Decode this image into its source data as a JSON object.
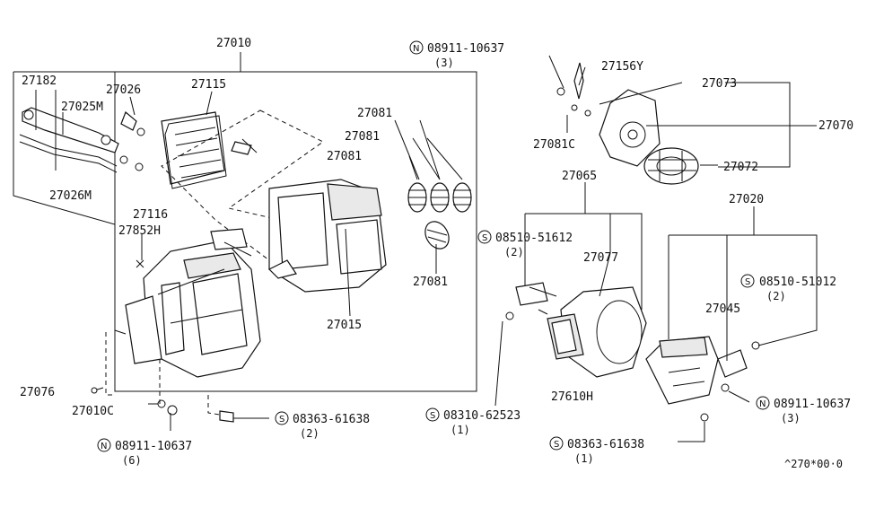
{
  "labels": {
    "p27010": "27010",
    "p27182": "27182",
    "p27026": "27026",
    "p27115": "27115",
    "p27025M": "27025M",
    "p27026M": "27026M",
    "p27116": "27116",
    "p27852H": "27852H",
    "p27081a": "27081",
    "p27081b": "27081",
    "p27081c": "27081",
    "p27081d": "27081",
    "p27015": "27015",
    "p27076": "27076",
    "p27010C": "27010C",
    "n08911_top": "08911-10637",
    "n08911_top_qty": "(3)",
    "p27156Y": "27156Y",
    "p27073": "27073",
    "p27070": "27070",
    "p27081C": "27081C",
    "p27072": "27072",
    "p27065": "27065",
    "s08510_51612": "08510-51612",
    "s08510_51612_qty": "(2)",
    "p27077": "27077",
    "p27020": "27020",
    "s08510_51012": "08510-51012",
    "s08510_51012_qty": "(2)",
    "p27045": "27045",
    "n08911_right": "08911-10637",
    "n08911_right_qty": "(3)",
    "p27610H": "27610H",
    "s08310": "08310-62523",
    "s08310_qty": "(1)",
    "s08363_left": "08363-61638",
    "s08363_left_qty": "(2)",
    "n08911_bottom": "08911-10637",
    "n08911_bottom_qty": "(6)",
    "s08363_right": "08363-61638",
    "s08363_right_qty": "(1)",
    "ref_code": "^270*00·0"
  },
  "symbols": {
    "n": "N",
    "s": "S"
  }
}
